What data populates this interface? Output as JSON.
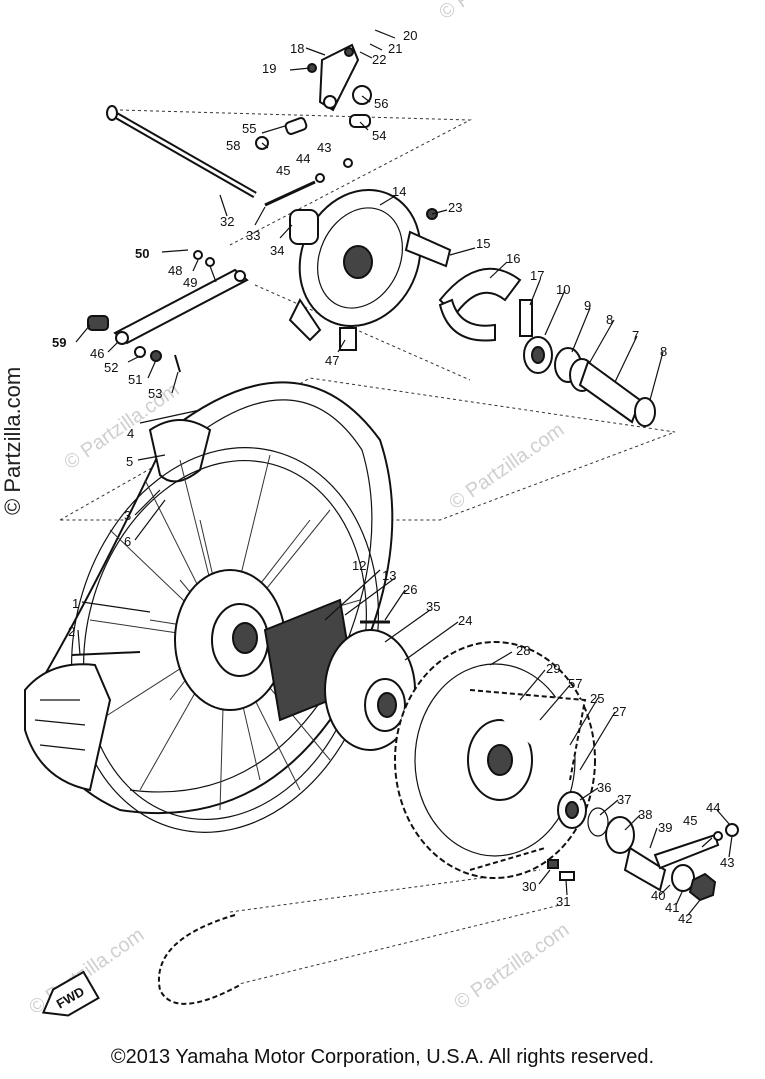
{
  "diagram": {
    "watermark_side": "© Partzilla.com",
    "watermark_faint": "© Partzilla.com",
    "fwd_label": "FWD",
    "callouts": [
      {
        "id": "c1",
        "label": "1"
      },
      {
        "id": "c2",
        "label": "2"
      },
      {
        "id": "c3",
        "label": "3"
      },
      {
        "id": "c4",
        "label": "4"
      },
      {
        "id": "c5",
        "label": "5"
      },
      {
        "id": "c6",
        "label": "6"
      },
      {
        "id": "c7",
        "label": "7"
      },
      {
        "id": "c8a",
        "label": "8"
      },
      {
        "id": "c8b",
        "label": "8"
      },
      {
        "id": "c9",
        "label": "9"
      },
      {
        "id": "c10",
        "label": "10"
      },
      {
        "id": "c12",
        "label": "12"
      },
      {
        "id": "c13",
        "label": "13"
      },
      {
        "id": "c14",
        "label": "14"
      },
      {
        "id": "c15",
        "label": "15"
      },
      {
        "id": "c16",
        "label": "16"
      },
      {
        "id": "c17",
        "label": "17"
      },
      {
        "id": "c18",
        "label": "18"
      },
      {
        "id": "c19",
        "label": "19"
      },
      {
        "id": "c20",
        "label": "20"
      },
      {
        "id": "c21",
        "label": "21"
      },
      {
        "id": "c22",
        "label": "22"
      },
      {
        "id": "c23",
        "label": "23"
      },
      {
        "id": "c24",
        "label": "24"
      },
      {
        "id": "c25",
        "label": "25"
      },
      {
        "id": "c26",
        "label": "26"
      },
      {
        "id": "c27",
        "label": "27"
      },
      {
        "id": "c28",
        "label": "28"
      },
      {
        "id": "c29",
        "label": "29"
      },
      {
        "id": "c30",
        "label": "30"
      },
      {
        "id": "c31",
        "label": "31"
      },
      {
        "id": "c32",
        "label": "32"
      },
      {
        "id": "c33",
        "label": "33"
      },
      {
        "id": "c34",
        "label": "34"
      },
      {
        "id": "c35",
        "label": "35"
      },
      {
        "id": "c36",
        "label": "36"
      },
      {
        "id": "c37",
        "label": "37"
      },
      {
        "id": "c38",
        "label": "38"
      },
      {
        "id": "c39",
        "label": "39"
      },
      {
        "id": "c40",
        "label": "40"
      },
      {
        "id": "c41",
        "label": "41"
      },
      {
        "id": "c42",
        "label": "42"
      },
      {
        "id": "c43a",
        "label": "43"
      },
      {
        "id": "c43b",
        "label": "43"
      },
      {
        "id": "c44a",
        "label": "44"
      },
      {
        "id": "c44b",
        "label": "44"
      },
      {
        "id": "c45a",
        "label": "45"
      },
      {
        "id": "c45b",
        "label": "45"
      },
      {
        "id": "c46",
        "label": "46"
      },
      {
        "id": "c47",
        "label": "47"
      },
      {
        "id": "c48",
        "label": "48"
      },
      {
        "id": "c49",
        "label": "49"
      },
      {
        "id": "c50",
        "label": "50"
      },
      {
        "id": "c51",
        "label": "51"
      },
      {
        "id": "c52",
        "label": "52"
      },
      {
        "id": "c53",
        "label": "53"
      },
      {
        "id": "c54",
        "label": "54"
      },
      {
        "id": "c55",
        "label": "55"
      },
      {
        "id": "c56",
        "label": "56"
      },
      {
        "id": "c57",
        "label": "57"
      },
      {
        "id": "c58",
        "label": "58"
      },
      {
        "id": "c59",
        "label": "59"
      }
    ]
  },
  "footer": {
    "copyright": "©2013  Yamaha Motor Corporation, U.S.A. All rights reserved."
  }
}
